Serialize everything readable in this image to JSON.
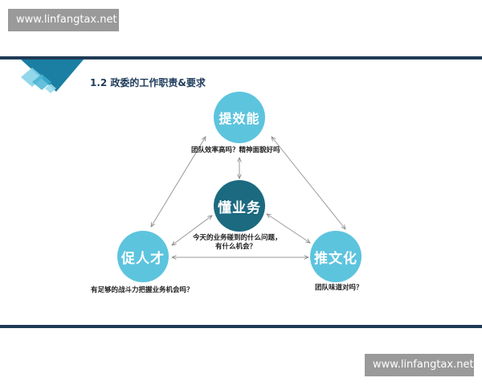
{
  "watermark": {
    "top": "www.linfangtax.net",
    "bottom": "www.linfangtax.net"
  },
  "slide": {
    "title": "1.2 政委的工作职责&要求"
  },
  "diagram": {
    "nodes": {
      "top": "提效能",
      "center": "懂业务",
      "left": "促人才",
      "right": "推文化"
    },
    "captions": {
      "top": "团队效率高吗？精神面貌好吗",
      "center_line1": "今天的业务碰到的什么问题，",
      "center_line2": "有什么机会？",
      "left": "有足够的战斗力把握业务机会吗？",
      "right": "团队味道对吗？"
    }
  },
  "colors": {
    "node_light": "#5dc4de",
    "node_dark": "#1b6a80",
    "rule": "#1f3a56",
    "title": "#1e3b5a"
  }
}
